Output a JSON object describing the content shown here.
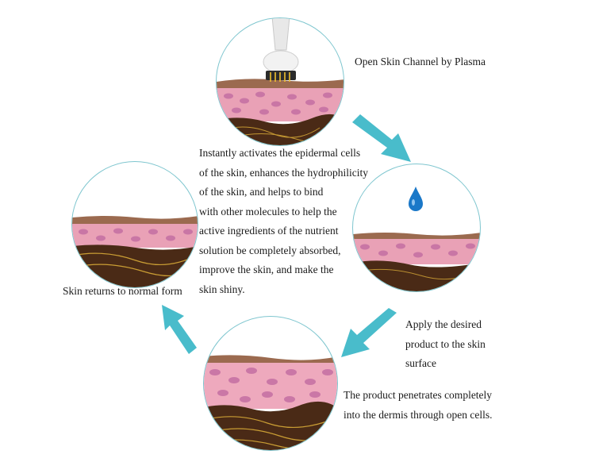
{
  "steps": {
    "top": {
      "caption": "Open Skin Channel by Plasma",
      "description_lines": [
        "Instantly activates the epidermal cells",
        "of the skin, enhances the hydrophilicity",
        "of the skin, and helps to bind",
        "with other molecules to help the",
        "active ingredients of the nutrient",
        "solution be completely absorbed,",
        "improve the skin, and make the",
        "skin shiny."
      ]
    },
    "right": {
      "caption_lines": [
        "Apply the desired",
        "product to the skin",
        "surface"
      ]
    },
    "bottom": {
      "caption_lines": [
        "The product penetrates completely",
        "into the dermis through open cells."
      ]
    },
    "left": {
      "caption": "Skin returns to normal form"
    }
  },
  "colors": {
    "arrow": "#49bccb",
    "circle_border": "#7fc6cf",
    "epidermis": "#e9a1b6",
    "cell": "#c46fa3",
    "skin_top": "#9b6a4f",
    "dermis": "#4a2a16",
    "fiber": "#e0b23a",
    "droplet": "#1a78c8"
  },
  "icons": [
    "plasma-device-icon",
    "water-droplet-icon",
    "flow-arrow-icon"
  ]
}
